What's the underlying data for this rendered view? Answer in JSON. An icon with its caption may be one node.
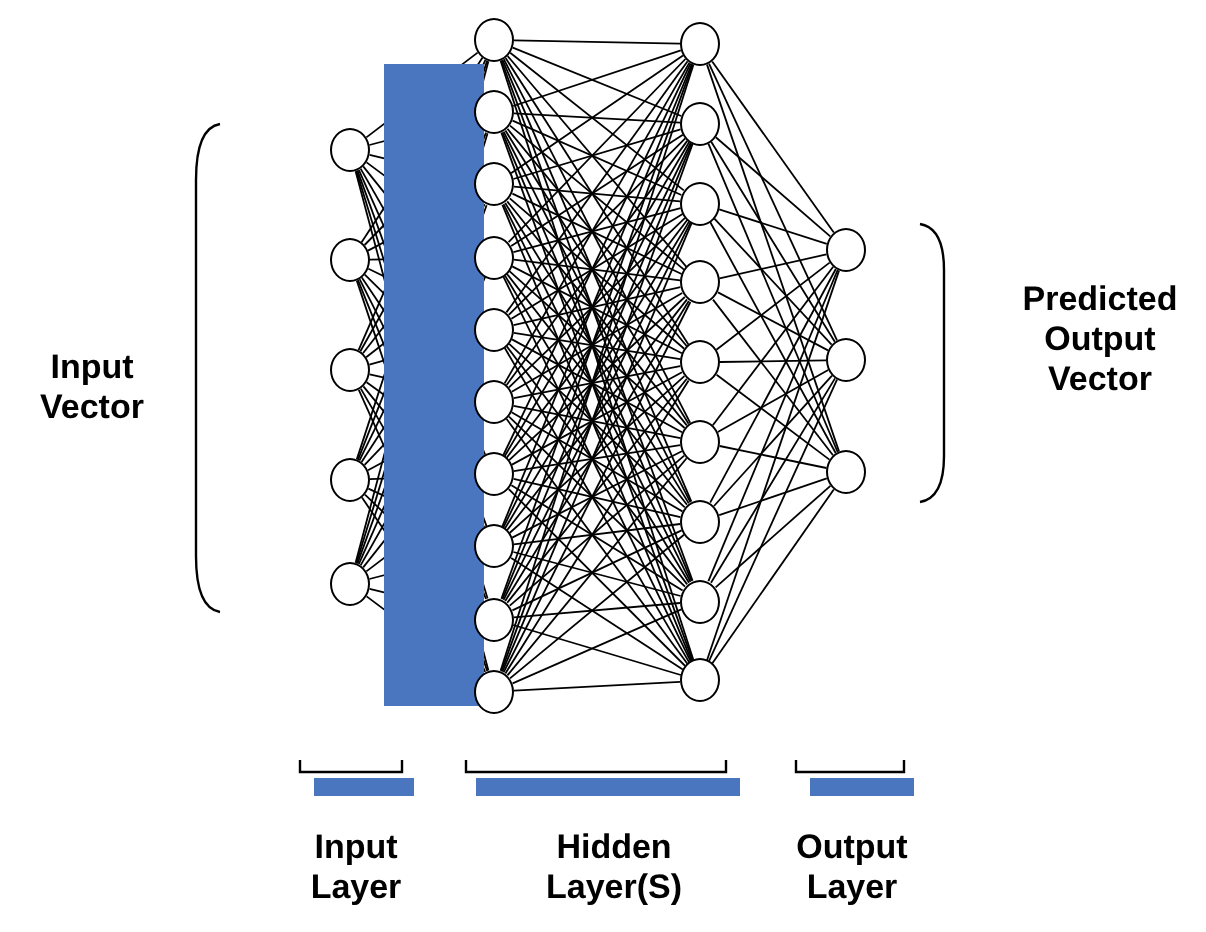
{
  "diagram": {
    "nodes": [
      {
        "text": [],
        "shape": "circle"
      },
      {
        "text": [],
        "shape": "circle"
      },
      {
        "text": [],
        "shape": "circle"
      },
      {
        "text": [],
        "shape": "circle"
      },
      {
        "text": [],
        "shape": "circle"
      },
      {
        "text": [],
        "shape": "circle"
      },
      {
        "text": [],
        "shape": "circle"
      },
      {
        "text": [],
        "shape": "circle"
      },
      {
        "text": [],
        "shape": "circle"
      },
      {
        "text": [],
        "shape": "circle"
      },
      {
        "text": [],
        "shape": "circle"
      },
      {
        "text": [],
        "shape": "circle"
      },
      {
        "text": [],
        "shape": "circle"
      },
      {
        "text": [],
        "shape": "circle"
      },
      {
        "text": [],
        "shape": "circle"
      },
      {
        "text": [],
        "shape": "circle"
      },
      {
        "text": [],
        "shape": "circle"
      },
      {
        "text": [],
        "shape": "circle"
      },
      {
        "text": [],
        "shape": "circle"
      },
      {
        "text": [],
        "shape": "circle"
      },
      {
        "text": [],
        "shape": "circle"
      },
      {
        "text": [],
        "shape": "circle"
      },
      {
        "text": [],
        "shape": "circle"
      },
      {
        "text": [],
        "shape": "circle"
      },
      {
        "text": [],
        "shape": "circle"
      },
      {
        "text": [],
        "shape": "circle"
      },
      {
        "text": [],
        "shape": "circle"
      }
    ],
    "edges": [
      {
        "from": 0,
        "to": 5,
        "arrow": "none"
      },
      {
        "from": 0,
        "to": 6,
        "arrow": "none"
      },
      {
        "from": 0,
        "to": 7,
        "arrow": "none"
      },
      {
        "from": 0,
        "to": 8,
        "arrow": "none"
      },
      {
        "from": 0,
        "to": 9,
        "arrow": "none"
      },
      {
        "from": 0,
        "to": 10,
        "arrow": "none"
      },
      {
        "from": 0,
        "to": 11,
        "arrow": "none"
      },
      {
        "from": 0,
        "to": 12,
        "arrow": "none"
      },
      {
        "from": 0,
        "to": 13,
        "arrow": "none"
      },
      {
        "from": 0,
        "to": 14,
        "arrow": "none"
      },
      {
        "from": 1,
        "to": 5,
        "arrow": "none"
      },
      {
        "from": 1,
        "to": 6,
        "arrow": "none"
      },
      {
        "from": 1,
        "to": 7,
        "arrow": "none"
      },
      {
        "from": 1,
        "to": 8,
        "arrow": "none"
      },
      {
        "from": 1,
        "to": 9,
        "arrow": "none"
      },
      {
        "from": 1,
        "to": 10,
        "arrow": "none"
      },
      {
        "from": 1,
        "to": 11,
        "arrow": "none"
      },
      {
        "from": 1,
        "to": 12,
        "arrow": "none"
      },
      {
        "from": 1,
        "to": 13,
        "arrow": "none"
      },
      {
        "from": 1,
        "to": 14,
        "arrow": "none"
      },
      {
        "from": 2,
        "to": 5,
        "arrow": "none"
      },
      {
        "from": 2,
        "to": 6,
        "arrow": "none"
      },
      {
        "from": 2,
        "to": 7,
        "arrow": "none"
      },
      {
        "from": 2,
        "to": 8,
        "arrow": "none"
      },
      {
        "from": 2,
        "to": 9,
        "arrow": "none"
      },
      {
        "from": 2,
        "to": 10,
        "arrow": "none"
      },
      {
        "from": 2,
        "to": 11,
        "arrow": "none"
      },
      {
        "from": 2,
        "to": 12,
        "arrow": "none"
      },
      {
        "from": 2,
        "to": 13,
        "arrow": "none"
      },
      {
        "from": 2,
        "to": 14,
        "arrow": "none"
      },
      {
        "from": 3,
        "to": 5,
        "arrow": "none"
      },
      {
        "from": 3,
        "to": 6,
        "arrow": "none"
      },
      {
        "from": 3,
        "to": 7,
        "arrow": "none"
      },
      {
        "from": 3,
        "to": 8,
        "arrow": "none"
      },
      {
        "from": 3,
        "to": 9,
        "arrow": "none"
      },
      {
        "from": 3,
        "to": 10,
        "arrow": "none"
      },
      {
        "from": 3,
        "to": 11,
        "arrow": "none"
      },
      {
        "from": 3,
        "to": 12,
        "arrow": "none"
      },
      {
        "from": 3,
        "to": 13,
        "arrow": "none"
      },
      {
        "from": 3,
        "to": 14,
        "arrow": "none"
      },
      {
        "from": 4,
        "to": 5,
        "arrow": "none"
      },
      {
        "from": 4,
        "to": 6,
        "arrow": "none"
      },
      {
        "from": 4,
        "to": 7,
        "arrow": "none"
      },
      {
        "from": 4,
        "to": 8,
        "arrow": "none"
      },
      {
        "from": 4,
        "to": 9,
        "arrow": "none"
      },
      {
        "from": 4,
        "to": 10,
        "arrow": "none"
      },
      {
        "from": 4,
        "to": 11,
        "arrow": "none"
      },
      {
        "from": 4,
        "to": 12,
        "arrow": "none"
      },
      {
        "from": 4,
        "to": 13,
        "arrow": "none"
      },
      {
        "from": 4,
        "to": 14,
        "arrow": "none"
      },
      {
        "from": 5,
        "to": 15,
        "arrow": "none"
      },
      {
        "from": 5,
        "to": 16,
        "arrow": "none"
      },
      {
        "from": 5,
        "to": 17,
        "arrow": "none"
      },
      {
        "from": 5,
        "to": 18,
        "arrow": "none"
      },
      {
        "from": 5,
        "to": 19,
        "arrow": "none"
      },
      {
        "from": 5,
        "to": 20,
        "arrow": "none"
      },
      {
        "from": 5,
        "to": 21,
        "arrow": "none"
      },
      {
        "from": 5,
        "to": 22,
        "arrow": "none"
      },
      {
        "from": 5,
        "to": 23,
        "arrow": "none"
      },
      {
        "from": 6,
        "to": 15,
        "arrow": "none"
      },
      {
        "from": 6,
        "to": 16,
        "arrow": "none"
      },
      {
        "from": 6,
        "to": 17,
        "arrow": "none"
      },
      {
        "from": 6,
        "to": 18,
        "arrow": "none"
      },
      {
        "from": 6,
        "to": 19,
        "arrow": "none"
      },
      {
        "from": 6,
        "to": 20,
        "arrow": "none"
      },
      {
        "from": 6,
        "to": 21,
        "arrow": "none"
      },
      {
        "from": 6,
        "to": 22,
        "arrow": "none"
      },
      {
        "from": 6,
        "to": 23,
        "arrow": "none"
      },
      {
        "from": 7,
        "to": 15,
        "arrow": "none"
      },
      {
        "from": 7,
        "to": 16,
        "arrow": "none"
      },
      {
        "from": 7,
        "to": 17,
        "arrow": "none"
      },
      {
        "from": 7,
        "to": 18,
        "arrow": "none"
      },
      {
        "from": 7,
        "to": 19,
        "arrow": "none"
      },
      {
        "from": 7,
        "to": 20,
        "arrow": "none"
      },
      {
        "from": 7,
        "to": 21,
        "arrow": "none"
      },
      {
        "from": 7,
        "to": 22,
        "arrow": "none"
      },
      {
        "from": 7,
        "to": 23,
        "arrow": "none"
      },
      {
        "from": 8,
        "to": 15,
        "arrow": "none"
      },
      {
        "from": 8,
        "to": 16,
        "arrow": "none"
      },
      {
        "from": 8,
        "to": 17,
        "arrow": "none"
      },
      {
        "from": 8,
        "to": 18,
        "arrow": "none"
      },
      {
        "from": 8,
        "to": 19,
        "arrow": "none"
      },
      {
        "from": 8,
        "to": 20,
        "arrow": "none"
      },
      {
        "from": 8,
        "to": 21,
        "arrow": "none"
      },
      {
        "from": 8,
        "to": 22,
        "arrow": "none"
      },
      {
        "from": 8,
        "to": 23,
        "arrow": "none"
      },
      {
        "from": 9,
        "to": 15,
        "arrow": "none"
      },
      {
        "from": 9,
        "to": 16,
        "arrow": "none"
      },
      {
        "from": 9,
        "to": 17,
        "arrow": "none"
      },
      {
        "from": 9,
        "to": 18,
        "arrow": "none"
      },
      {
        "from": 9,
        "to": 19,
        "arrow": "none"
      },
      {
        "from": 9,
        "to": 20,
        "arrow": "none"
      },
      {
        "from": 9,
        "to": 21,
        "arrow": "none"
      },
      {
        "from": 9,
        "to": 22,
        "arrow": "none"
      },
      {
        "from": 9,
        "to": 23,
        "arrow": "none"
      },
      {
        "from": 10,
        "to": 15,
        "arrow": "none"
      },
      {
        "from": 10,
        "to": 16,
        "arrow": "none"
      },
      {
        "from": 10,
        "to": 17,
        "arrow": "none"
      },
      {
        "from": 10,
        "to": 18,
        "arrow": "none"
      },
      {
        "from": 10,
        "to": 19,
        "arrow": "none"
      },
      {
        "from": 10,
        "to": 20,
        "arrow": "none"
      },
      {
        "from": 10,
        "to": 21,
        "arrow": "none"
      },
      {
        "from": 10,
        "to": 22,
        "arrow": "none"
      },
      {
        "from": 10,
        "to": 23,
        "arrow": "none"
      },
      {
        "from": 11,
        "to": 15,
        "arrow": "none"
      },
      {
        "from": 11,
        "to": 16,
        "arrow": "none"
      },
      {
        "from": 11,
        "to": 17,
        "arrow": "none"
      },
      {
        "from": 11,
        "to": 18,
        "arrow": "none"
      },
      {
        "from": 11,
        "to": 19,
        "arrow": "none"
      },
      {
        "from": 11,
        "to": 20,
        "arrow": "none"
      },
      {
        "from": 11,
        "to": 21,
        "arrow": "none"
      },
      {
        "from": 11,
        "to": 22,
        "arrow": "none"
      },
      {
        "from": 11,
        "to": 23,
        "arrow": "none"
      },
      {
        "from": 12,
        "to": 15,
        "arrow": "none"
      },
      {
        "from": 12,
        "to": 16,
        "arrow": "none"
      },
      {
        "from": 12,
        "to": 17,
        "arrow": "none"
      },
      {
        "from": 12,
        "to": 18,
        "arrow": "none"
      },
      {
        "from": 12,
        "to": 19,
        "arrow": "none"
      },
      {
        "from": 12,
        "to": 20,
        "arrow": "none"
      },
      {
        "from": 12,
        "to": 21,
        "arrow": "none"
      },
      {
        "from": 12,
        "to": 22,
        "arrow": "none"
      },
      {
        "from": 12,
        "to": 23,
        "arrow": "none"
      },
      {
        "from": 13,
        "to": 15,
        "arrow": "none"
      },
      {
        "from": 13,
        "to": 16,
        "arrow": "none"
      },
      {
        "from": 13,
        "to": 17,
        "arrow": "none"
      },
      {
        "from": 13,
        "to": 18,
        "arrow": "none"
      },
      {
        "from": 13,
        "to": 19,
        "arrow": "none"
      },
      {
        "from": 13,
        "to": 20,
        "arrow": "none"
      },
      {
        "from": 13,
        "to": 21,
        "arrow": "none"
      },
      {
        "from": 13,
        "to": 22,
        "arrow": "none"
      },
      {
        "from": 13,
        "to": 23,
        "arrow": "none"
      },
      {
        "from": 14,
        "to": 15,
        "arrow": "none"
      },
      {
        "from": 14,
        "to": 16,
        "arrow": "none"
      },
      {
        "from": 14,
        "to": 17,
        "arrow": "none"
      },
      {
        "from": 14,
        "to": 18,
        "arrow": "none"
      },
      {
        "from": 14,
        "to": 19,
        "arrow": "none"
      },
      {
        "from": 14,
        "to": 20,
        "arrow": "none"
      },
      {
        "from": 14,
        "to": 21,
        "arrow": "none"
      },
      {
        "from": 14,
        "to": 22,
        "arrow": "none"
      },
      {
        "from": 14,
        "to": 23,
        "arrow": "none"
      },
      {
        "from": 15,
        "to": 24,
        "arrow": "none"
      },
      {
        "from": 15,
        "to": 25,
        "arrow": "none"
      },
      {
        "from": 15,
        "to": 26,
        "arrow": "none"
      },
      {
        "from": 16,
        "to": 24,
        "arrow": "none"
      },
      {
        "from": 16,
        "to": 25,
        "arrow": "none"
      },
      {
        "from": 16,
        "to": 26,
        "arrow": "none"
      },
      {
        "from": 17,
        "to": 24,
        "arrow": "none"
      },
      {
        "from": 17,
        "to": 25,
        "arrow": "none"
      },
      {
        "from": 17,
        "to": 26,
        "arrow": "none"
      },
      {
        "from": 18,
        "to": 24,
        "arrow": "none"
      },
      {
        "from": 18,
        "to": 25,
        "arrow": "none"
      },
      {
        "from": 18,
        "to": 26,
        "arrow": "none"
      },
      {
        "from": 19,
        "to": 24,
        "arrow": "none"
      },
      {
        "from": 19,
        "to": 25,
        "arrow": "none"
      },
      {
        "from": 19,
        "to": 26,
        "arrow": "none"
      },
      {
        "from": 20,
        "to": 24,
        "arrow": "none"
      },
      {
        "from": 20,
        "to": 25,
        "arrow": "none"
      },
      {
        "from": 20,
        "to": 26,
        "arrow": "none"
      },
      {
        "from": 21,
        "to": 24,
        "arrow": "none"
      },
      {
        "from": 21,
        "to": 25,
        "arrow": "none"
      },
      {
        "from": 21,
        "to": 26,
        "arrow": "none"
      },
      {
        "from": 22,
        "to": 24,
        "arrow": "none"
      },
      {
        "from": 22,
        "to": 25,
        "arrow": "none"
      },
      {
        "from": 22,
        "to": 26,
        "arrow": "none"
      },
      {
        "from": 23,
        "to": 24,
        "arrow": "none"
      },
      {
        "from": 23,
        "to": 25,
        "arrow": "none"
      },
      {
        "from": 23,
        "to": 26,
        "arrow": "none"
      }
    ],
    "labels": [
      "Input Vector",
      "Predicted Output Vector",
      "Input Layer",
      "Hidden Layer(S)",
      "Output Layer"
    ]
  }
}
